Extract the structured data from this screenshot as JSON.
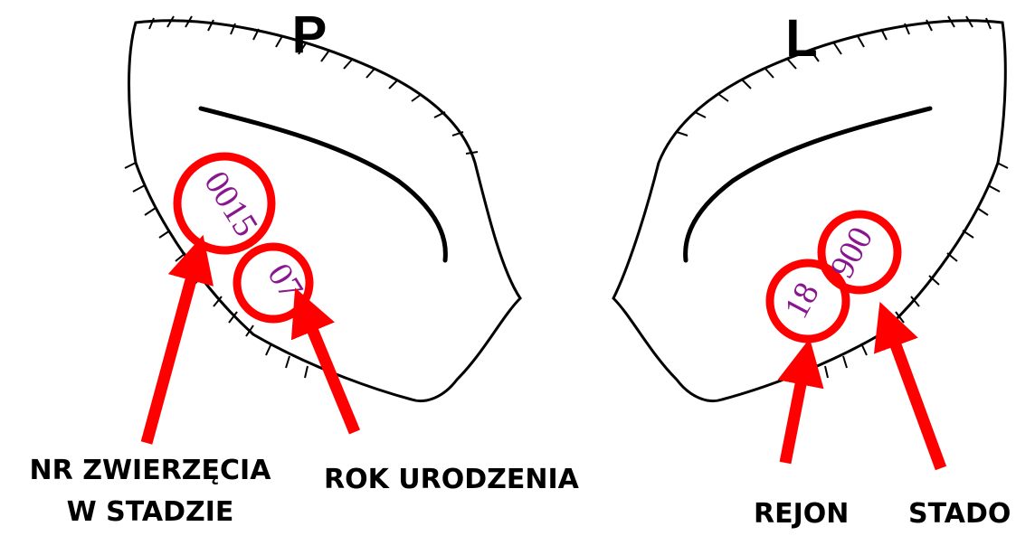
{
  "ears": {
    "right": {
      "side_label": "P",
      "tattoo_number": "0015",
      "tattoo_year": "07"
    },
    "left": {
      "side_label": "L",
      "tattoo_region": "18",
      "tattoo_herd": "900"
    }
  },
  "captions": {
    "animal_number_line1": "NR ZWIERZĘCIA",
    "animal_number_line2": "W STADZIE",
    "birth_year": "ROK URODZENIA",
    "region": "REJON",
    "herd": "STADO"
  },
  "colors": {
    "marker": "#ff0000",
    "tattoo_ink": "#8a168f",
    "outline": "#000000"
  },
  "icons": [
    "ear-outline",
    "circle-marker",
    "arrow"
  ]
}
